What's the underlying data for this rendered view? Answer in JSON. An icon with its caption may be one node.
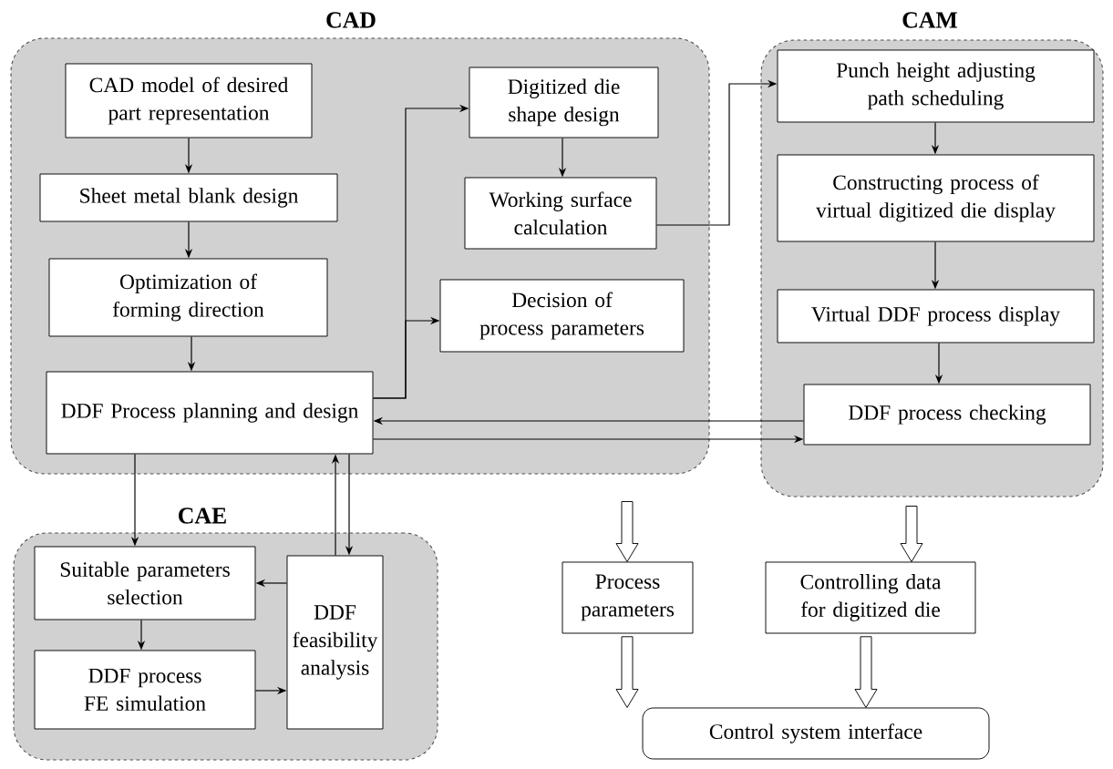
{
  "diagram": {
    "nodes": [
      {
        "text": [
          "CAD"
        ]
      },
      {
        "text": [
          "CAD model of desired part representation"
        ],
        "in": 0
      },
      {
        "text": [
          "Sheet metal blank design"
        ],
        "in": 0
      },
      {
        "text": [
          "Optimization of forming direction"
        ],
        "in": 0
      },
      {
        "text": [
          "DDF Process planning and design"
        ],
        "in": 0
      },
      {
        "text": [
          "Digitized die shape design"
        ],
        "in": 0
      },
      {
        "text": [
          "Working surface calculation"
        ],
        "in": 0
      },
      {
        "text": [
          "Decision of process parameters"
        ],
        "in": 0
      },
      {
        "text": [
          "CAM"
        ]
      },
      {
        "text": [
          "Punch height adjusting path scheduling"
        ],
        "in": 8
      },
      {
        "text": [
          "Constructing process of virtual digitized die display"
        ],
        "in": 8
      },
      {
        "text": [
          "Virtual DDF process display"
        ],
        "in": 8
      },
      {
        "text": [
          "DDF process checking"
        ],
        "in": 8
      },
      {
        "text": [
          "CAE"
        ]
      },
      {
        "text": [
          "Suitable  parameters selection"
        ],
        "in": 13
      },
      {
        "text": [
          "DDF process FE simulation"
        ],
        "in": 13
      },
      {
        "text": [
          "DDF feasibility analysis"
        ],
        "in": 13
      },
      {
        "text": [
          "Process parameters"
        ]
      },
      {
        "text": [
          "Controlling data for digitized die"
        ]
      },
      {
        "text": [
          "Control system interface"
        ]
      }
    ],
    "edges": [
      {
        "from": 1,
        "to": 2,
        "arrow": "to"
      },
      {
        "from": 2,
        "to": 3,
        "arrow": "to"
      },
      {
        "from": 3,
        "to": 4,
        "arrow": "to"
      },
      {
        "from": 4,
        "to": 5,
        "arrow": "to"
      },
      {
        "from": 4,
        "to": 7,
        "arrow": "to"
      },
      {
        "from": 5,
        "to": 6,
        "arrow": "to"
      },
      {
        "from": 6,
        "to": 9,
        "arrow": "to"
      },
      {
        "from": 9,
        "to": 10,
        "arrow": "to"
      },
      {
        "from": 10,
        "to": 11,
        "arrow": "to"
      },
      {
        "from": 11,
        "to": 12,
        "arrow": "to"
      },
      {
        "from": 12,
        "to": 4,
        "arrow": "to"
      },
      {
        "from": 4,
        "to": 12,
        "arrow": "to"
      },
      {
        "from": 4,
        "to": 14,
        "arrow": "to"
      },
      {
        "from": 16,
        "to": 4,
        "arrow": "to"
      },
      {
        "from": 4,
        "to": 16,
        "arrow": "to"
      },
      {
        "from": 16,
        "to": 14,
        "arrow": "to"
      },
      {
        "from": 14,
        "to": 15,
        "arrow": "to"
      },
      {
        "from": 15,
        "to": 16,
        "arrow": "to"
      },
      {
        "from": 0,
        "to": 17,
        "arrow": "to",
        "style": "thick"
      },
      {
        "from": 8,
        "to": 18,
        "arrow": "to",
        "style": "thick"
      },
      {
        "from": 17,
        "to": 19,
        "arrow": "to",
        "style": "thick"
      },
      {
        "from": 18,
        "to": 19,
        "arrow": "to",
        "style": "thick"
      }
    ]
  }
}
